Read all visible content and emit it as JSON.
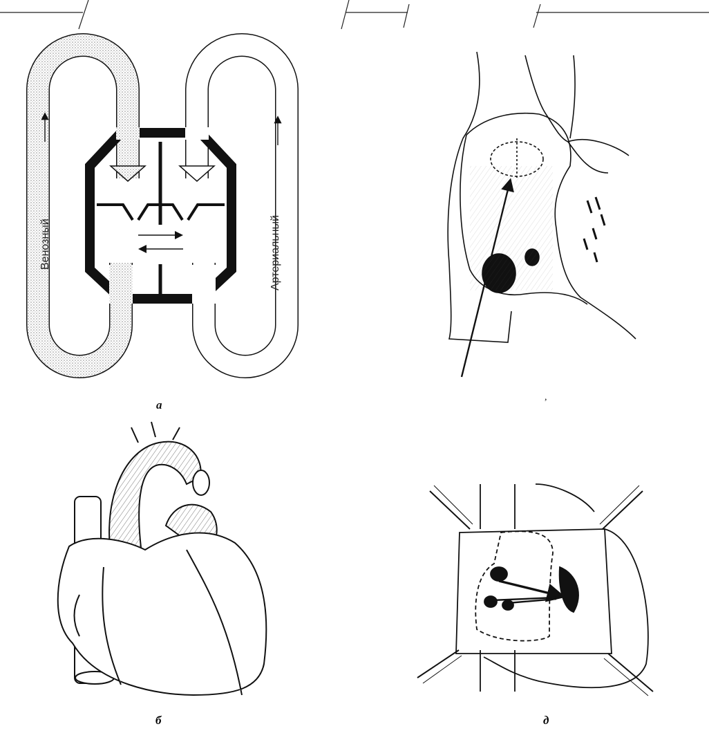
{
  "figure": {
    "panel_a": {
      "caption": "а",
      "left_loop_label": "Венозный",
      "right_loop_label": "Артериальный"
    },
    "panel_g": {
      "caption": ","
    },
    "panel_b": {
      "caption": "б"
    },
    "panel_d": {
      "caption": "д"
    }
  },
  "colors": {
    "ink": "#111111",
    "stipple": "#9a9a9a",
    "paper": "#ffffff"
  }
}
